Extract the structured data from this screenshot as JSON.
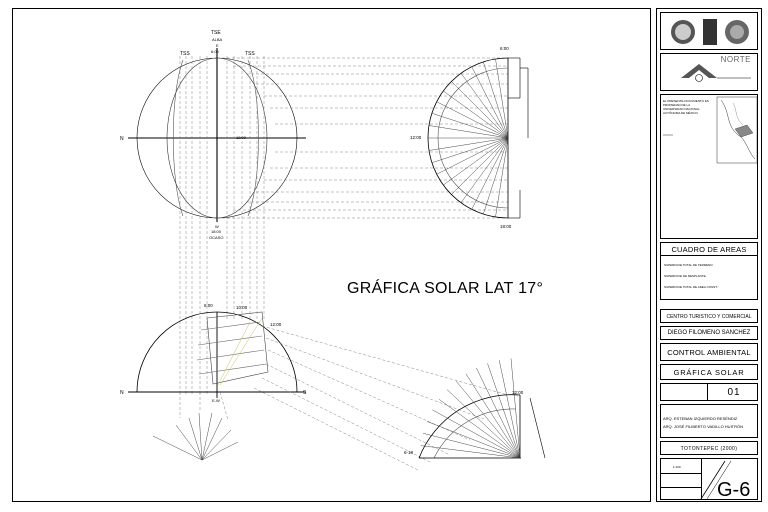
{
  "main_title": "GRÁFICA SOLAR LAT 17°",
  "upper_diagram": {
    "labels": {
      "tse": "TSE",
      "alba": "ALBA",
      "e": "E",
      "six": "6:00",
      "tss_left": "TSS",
      "tss_right": "TSS",
      "n": "N",
      "noon": "12:00",
      "w": "W",
      "eighteen_ocaso": "18:00",
      "ocaso": "OCASO"
    }
  },
  "upper_right_diagram": {
    "labels": {
      "top": "6:00",
      "mid": "12:00",
      "bottom": "18:00"
    }
  },
  "lower_diagram": {
    "labels": {
      "six": "6:00",
      "ten": "10:00",
      "twelve": "12:00",
      "n": "N",
      "s": "S",
      "ew": "E-W"
    }
  },
  "lower_right_diagram": {
    "labels": {
      "twelve": "12:00",
      "six_eighteen": "6-18"
    }
  },
  "title_block": {
    "norte": "NORTE",
    "notes": "EL PRESENTE DOCUMENTO ES PROPIEDAD DE LA UNIVERSIDAD NACIONAL AUTÓNOMA DE MÉXICO",
    "cuadro_title": "CUADRO DE AREAS",
    "cuadro_rows": [
      "SUPERFICIE TOTAL DE TERRENO:",
      "SUPERFICIE DE DESPLANTE:",
      "SUPERFICIE TOTAL DE AREA CONST.:"
    ],
    "project": "CENTRO TURISTICO Y COMERCIAL",
    "author": "DIEGO FILOMENO SANCHEZ",
    "subject": "CONTROL AMBIENTAL",
    "plan_name": "GRÁFICA SOLAR",
    "plan_number": "01",
    "advisors": [
      "ARQ. ESTEBAN IZQUIERDO RESÉNDIZ",
      "ARQ. JOSÉ FILIBERTO VADILLO HUITRÓN"
    ],
    "location": "TOTONTEPEC (2000)",
    "scale": "1:100",
    "sheet_code": "G-6"
  }
}
